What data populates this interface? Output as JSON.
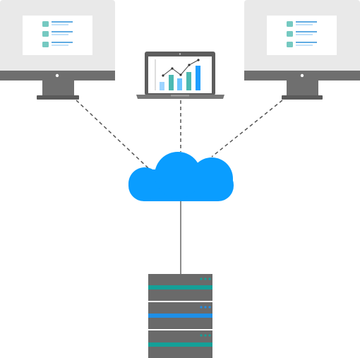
{
  "diagram": {
    "type": "network-topology",
    "nodes": [
      {
        "id": "monitor-left",
        "kind": "desktop-monitor",
        "screen_content": "checklist",
        "checklist_rows": 3
      },
      {
        "id": "laptop-center",
        "kind": "laptop",
        "screen_content": "bar-line-chart",
        "bars": [
          0.35,
          0.65,
          0.5,
          0.75,
          1.0
        ]
      },
      {
        "id": "monitor-right",
        "kind": "desktop-monitor",
        "screen_content": "checklist",
        "checklist_rows": 3
      },
      {
        "id": "cloud",
        "kind": "cloud"
      },
      {
        "id": "server-rack",
        "kind": "server-rack",
        "units": 3
      }
    ],
    "edges": [
      {
        "from": "monitor-left",
        "to": "cloud",
        "style": "dashed"
      },
      {
        "from": "laptop-center",
        "to": "cloud",
        "style": "dashed"
      },
      {
        "from": "monitor-right",
        "to": "cloud",
        "style": "dashed"
      },
      {
        "from": "cloud",
        "to": "server-rack",
        "style": "solid"
      }
    ]
  },
  "colors": {
    "background": "#ffffff",
    "device_gray": "#6b6b6b",
    "device_dark": "#555555",
    "screen_bezel": "#e8e8e8",
    "screen": "#ffffff",
    "teal": "#5bbcb6",
    "teal_dark": "#2e9e96",
    "blue": "#1aa3ff",
    "light_blue": "#8fd0ff",
    "cloud": "#0a9dff",
    "link": "#555555",
    "server_stripe_teal": "#14a098",
    "server_stripe_blue": "#1e8fe6"
  },
  "icons": {
    "monitor": "desktop-monitor-icon",
    "laptop": "laptop-icon",
    "cloud": "cloud-icon",
    "server": "server-rack-icon"
  }
}
